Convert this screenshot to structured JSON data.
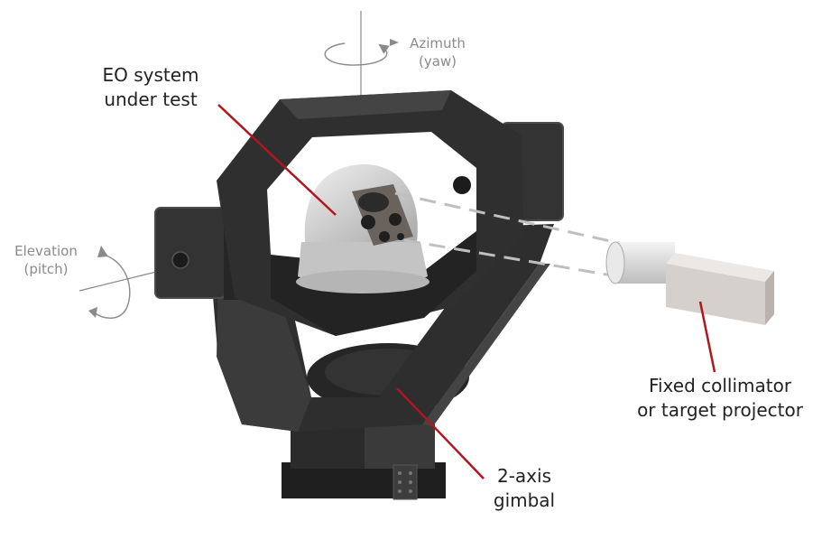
{
  "labels": {
    "eo_system": [
      "EO system",
      "under test"
    ],
    "azimuth": [
      "Azimuth",
      "(yaw)"
    ],
    "elevation": [
      "Elevation",
      "(pitch)"
    ],
    "collimator": [
      "Fixed collimator",
      "or target projector"
    ],
    "gimbal": [
      "2-axis",
      "gimbal"
    ]
  },
  "colors": {
    "gimbal_body": "#2e2e2e",
    "gimbal_highlight": "#4a4a4a",
    "dome": "#cfcfcf",
    "collimator": "#e2dedb",
    "leader_line": "#b0161d",
    "axis_line": "#8a8a8a",
    "beam": "#bfbfbf"
  }
}
